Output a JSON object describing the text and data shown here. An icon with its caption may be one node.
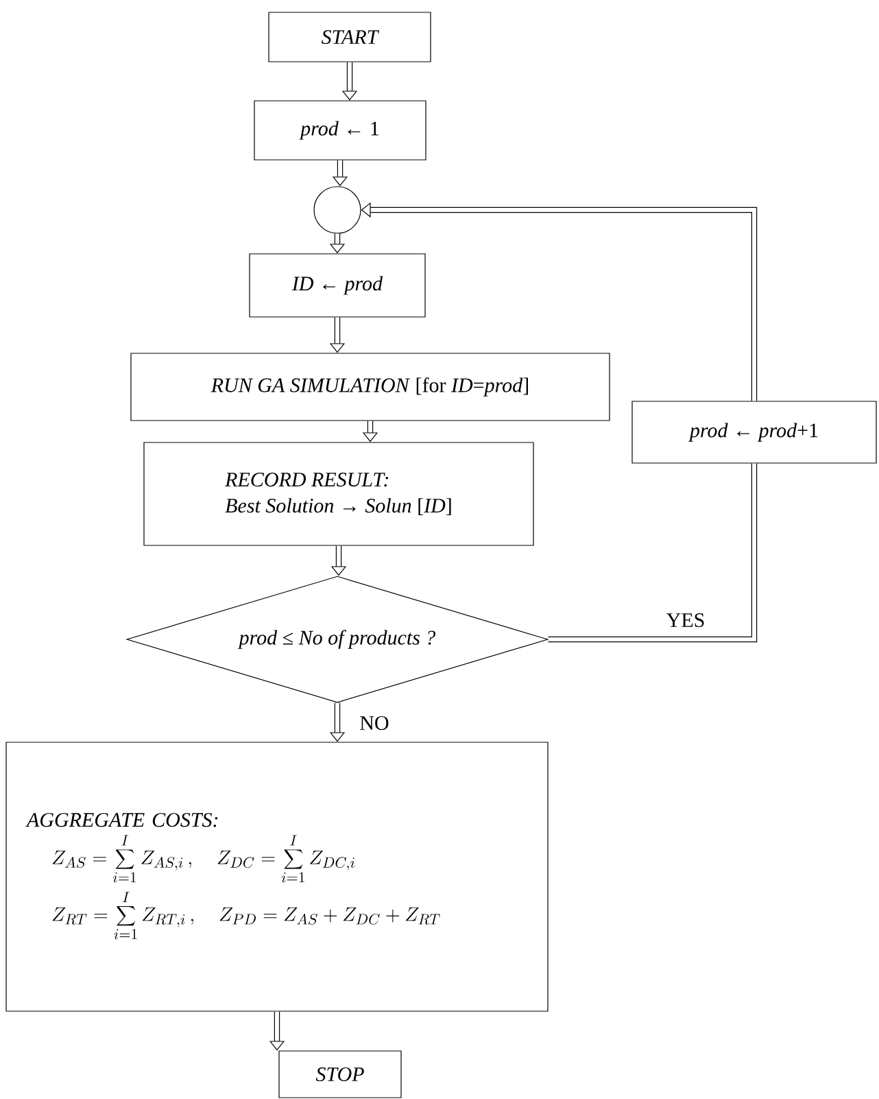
{
  "diagram": {
    "nodes": [
      {
        "text": [
          "START"
        ]
      },
      {
        "text": [
          "*prod* ← 1"
        ]
      },
      {
        "text": [],
        "shape": "circle"
      },
      {
        "text": [
          "*ID* ← *prod*"
        ]
      },
      {
        "text": [
          "*RUN GA SIMULATION* [for *ID*=*prod*]"
        ]
      },
      {
        "text": [
          "RECORD RESULT:",
          "*Best Solution* → *Solun* [*ID*]"
        ]
      },
      {
        "text": [
          "*prod* ≤ *No of  products ?*"
        ]
      },
      {
        "text": [
          "AGGREGATE COSTS:",
          "Z_{AS} = \\sum_{i=1}^{I} Z_{AS,i}\\,, \\quad Z_{DC} = \\sum_{i=1}^{I} Z_{DC,i}",
          "Z_{RT} = \\sum_{i=1}^{I} Z_{RT,i}\\,, \\quad Z_{PD} = Z_{AS} + Z_{DC} + Z_{RT}"
        ]
      },
      {
        "text": [
          "STOP"
        ]
      },
      {
        "text": [
          "*prod* ← *prod*+1"
        ]
      }
    ],
    "edges": [
      {
        "from": 0,
        "to": 1,
        "arrow": "to"
      },
      {
        "from": 1,
        "to": 2,
        "arrow": "to"
      },
      {
        "from": 2,
        "to": 3,
        "arrow": "to"
      },
      {
        "from": 3,
        "to": 4,
        "arrow": "to"
      },
      {
        "from": 4,
        "to": 5,
        "arrow": "to"
      },
      {
        "from": 5,
        "to": 6,
        "arrow": "to"
      },
      {
        "from": 6,
        "to": 7,
        "arrow": "to",
        "label": "NO"
      },
      {
        "from": 7,
        "to": 8,
        "arrow": "to"
      },
      {
        "from": 6,
        "to": 9,
        "arrow": "none",
        "label": "YES"
      },
      {
        "from": 9,
        "to": 2,
        "arrow": "to"
      }
    ]
  }
}
